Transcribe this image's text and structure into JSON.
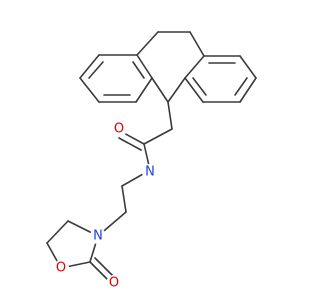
{
  "molecule": {
    "atoms": {
      "o_amide": {
        "label": "O",
        "color": "#e00000"
      },
      "n_amide": {
        "label": "N",
        "color": "#1f3fe0"
      },
      "n_ring": {
        "label": "N",
        "color": "#1f3fe0"
      },
      "o_ring": {
        "label": "O",
        "color": "#e00000"
      },
      "o_carbonyl": {
        "label": "O",
        "color": "#e00000"
      }
    },
    "bond_color": "#3a3a3a"
  }
}
